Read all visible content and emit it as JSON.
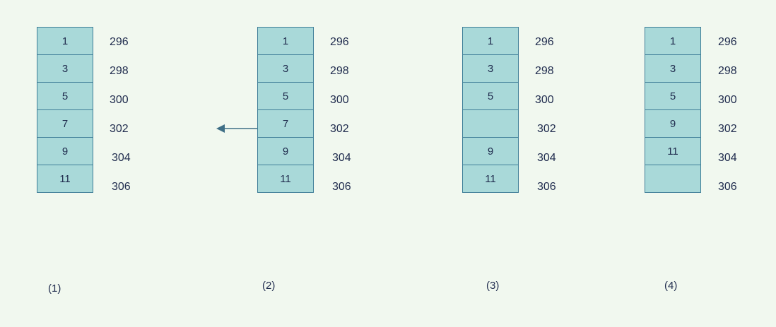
{
  "panels": [
    {
      "caption": "(1)",
      "cells": [
        "1",
        "3",
        "5",
        "7",
        "9",
        "11"
      ],
      "addresses": [
        "296",
        "298",
        "300",
        "302",
        "304",
        "306"
      ]
    },
    {
      "caption": "(2)",
      "cells": [
        "1",
        "3",
        "5",
        "7",
        "9",
        "11"
      ],
      "addresses": [
        "296",
        "298",
        "300",
        "302",
        "304",
        "306"
      ]
    },
    {
      "caption": "(3)",
      "cells": [
        "1",
        "3",
        "5",
        "",
        "9",
        "11"
      ],
      "addresses": [
        "296",
        "298",
        "300",
        "302",
        "304",
        "306"
      ]
    },
    {
      "caption": "(4)",
      "cells": [
        "1",
        "3",
        "5",
        "9",
        "11",
        ""
      ],
      "addresses": [
        "296",
        "298",
        "300",
        "302",
        "304",
        "306"
      ]
    }
  ],
  "colors": {
    "background": "#f1f8ef",
    "cell_fill": "#a9d9d9",
    "cell_border": "#3f7e98",
    "arrow": "#3f6f86",
    "text": "#1f2b4d"
  }
}
